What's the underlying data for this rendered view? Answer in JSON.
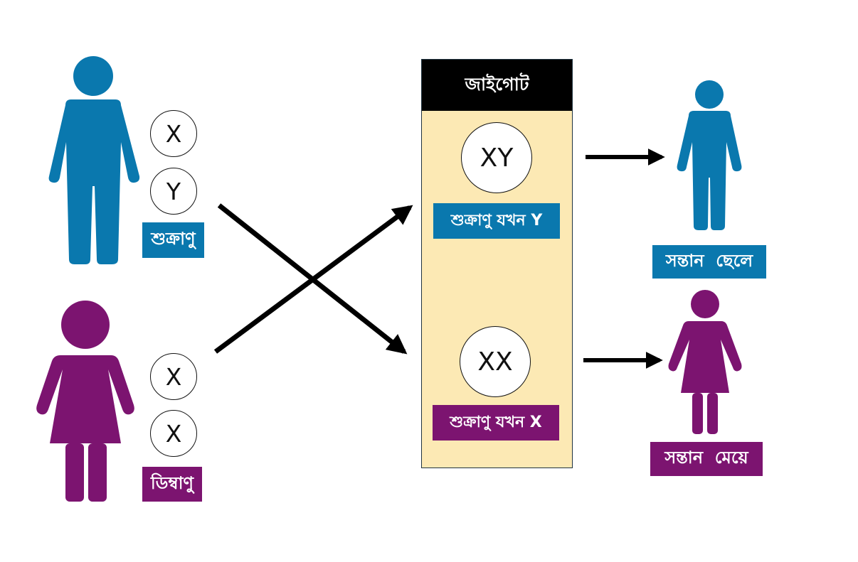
{
  "father": {
    "chromosomes": [
      "X",
      "Y"
    ],
    "label": "শুক্রাণু",
    "color": "#0a78ae"
  },
  "mother": {
    "chromosomes": [
      "X",
      "X"
    ],
    "label": "ডিম্বাণু",
    "color": "#7c1470"
  },
  "zygote": {
    "title": "জাইগোট",
    "top_combo": "XY",
    "top_caption": "শুক্রাণু যখন Y",
    "bottom_combo": "XX",
    "bottom_caption": "শুক্রাণু যখন X",
    "background": "#fce9b4"
  },
  "offspring": {
    "son_label": "সন্তান  ছেলে",
    "daughter_label": "সন্তান  মেয়ে"
  }
}
